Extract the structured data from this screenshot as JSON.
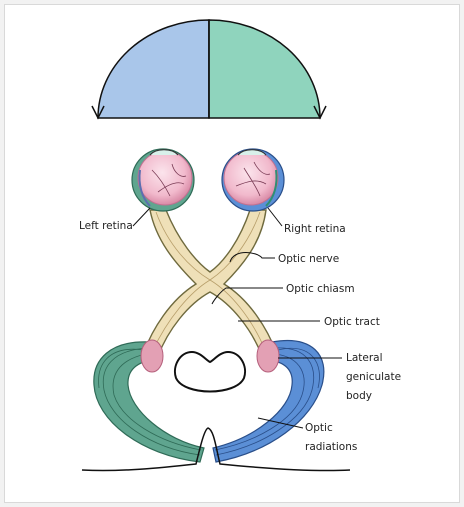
{
  "labels": {
    "left_retina": "Left retina",
    "right_retina": "Right retina",
    "optic_nerve": "Optic nerve",
    "optic_chiasm": "Optic chiasm",
    "optic_tract": "Optic tract",
    "lgb_line1": "Lateral",
    "lgb_line2": "geniculate",
    "lgb_line3": "body",
    "optic_rad_line1": "Optic",
    "optic_rad_line2": "radiations"
  },
  "colors": {
    "left_visual_field": "#a9c6ea",
    "right_visual_field": "#8fd4bd",
    "left_radiation": "#5fa58f",
    "right_radiation": "#5b8fd6",
    "nerve_fill": "#efe0b8",
    "lgn": "#e3a0b4",
    "eyeball": "#f4c6d4"
  }
}
